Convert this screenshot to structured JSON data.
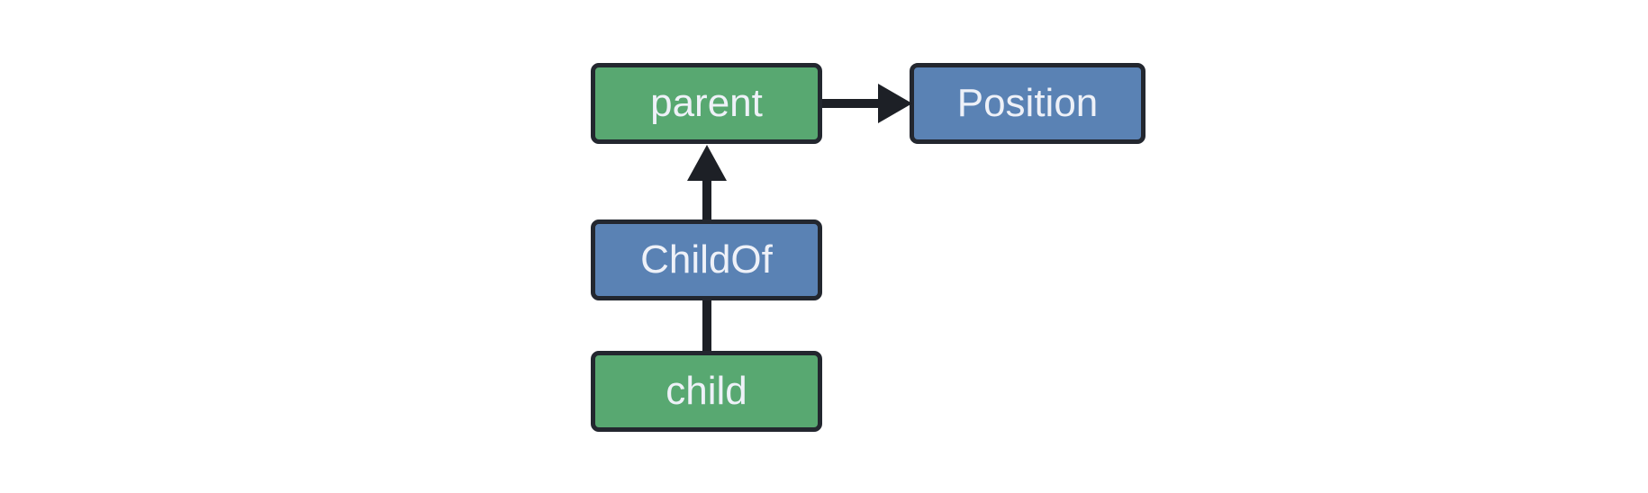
{
  "colors": {
    "background": "#ffffff",
    "entity_fill": "#58a871",
    "pair_fill": "#5a82b4",
    "node_border": "#23272f",
    "edge": "#1d2026",
    "label": "#eef1f8"
  },
  "diagram": {
    "nodes": [
      {
        "id": "parent",
        "label": "parent",
        "fill": "entity_fill"
      },
      {
        "id": "Position",
        "label": "Position",
        "fill": "pair_fill"
      },
      {
        "id": "ChildOf",
        "label": "ChildOf",
        "fill": "pair_fill"
      },
      {
        "id": "child",
        "label": "child",
        "fill": "entity_fill"
      }
    ],
    "edges": [
      {
        "from": "parent",
        "to": "Position",
        "style": "arrow"
      },
      {
        "from": "ChildOf",
        "to": "parent",
        "style": "arrow"
      },
      {
        "from": "child",
        "to": "ChildOf",
        "style": "line"
      }
    ]
  }
}
